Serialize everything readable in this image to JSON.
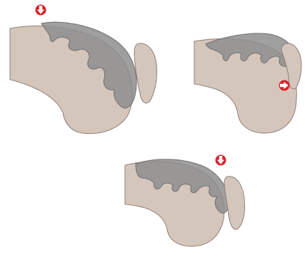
{
  "figure": {
    "panels": [
      {
        "id": "panel-1",
        "arrow": {
          "icon": "arrow-down-icon",
          "direction": "down"
        }
      },
      {
        "id": "panel-2",
        "arrow": {
          "icon": "arrow-right-icon",
          "direction": "right"
        }
      },
      {
        "id": "panel-3",
        "arrow": {
          "icon": "arrow-down-icon",
          "direction": "down"
        }
      }
    ],
    "colors": {
      "bone": "#d5c6bc",
      "bone_stroke": "#8e7f76",
      "cartilage": "#8e8e8e",
      "cartilage_stroke": "#6f6f6f",
      "patella": "#d5c6bc",
      "arrow": "#d8232a"
    }
  }
}
